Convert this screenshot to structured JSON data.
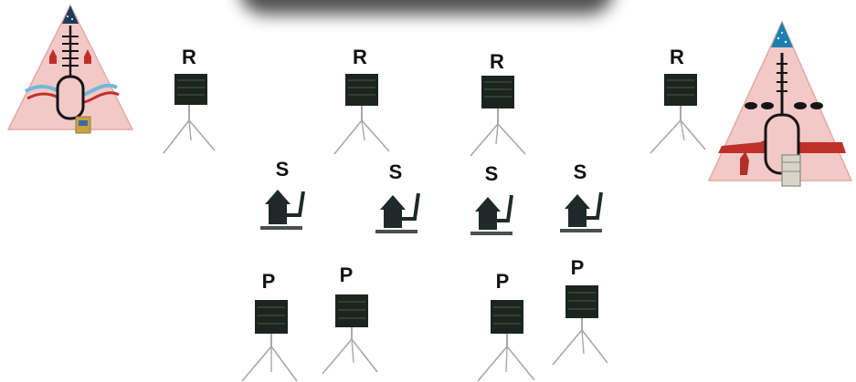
{
  "scene": {
    "colors": {
      "teepee_body": "#f2c9c6",
      "teepee_outline": "#e7b3ae",
      "teepee_tip": "#1b5f8a",
      "dark_line": "#151515",
      "stripe_red": "#c0302a",
      "stripe_blue": "#6fb9d8",
      "target_board": "#1c2420",
      "stand_metal": "#a8a8a8",
      "silhouette": "#1f2a28",
      "title_shadow": "#333333"
    },
    "lane_labels": {
      "R": "R",
      "S": "S",
      "P": "P"
    },
    "rifle_targets": [
      {
        "label": "R"
      },
      {
        "label": "R"
      },
      {
        "label": "R"
      },
      {
        "label": "R"
      }
    ],
    "silhouette_targets": [
      {
        "label": "S"
      },
      {
        "label": "S"
      },
      {
        "label": "S"
      },
      {
        "label": "S"
      }
    ],
    "pistol_targets": [
      {
        "label": "P"
      },
      {
        "label": "P"
      },
      {
        "label": "P"
      },
      {
        "label": "P"
      }
    ],
    "icons": {
      "teepee_left": "teepee-icon",
      "teepee_right": "teepee-icon",
      "tripod_target": "target-stand-icon",
      "silhouette": "silhouette-target-icon"
    }
  }
}
